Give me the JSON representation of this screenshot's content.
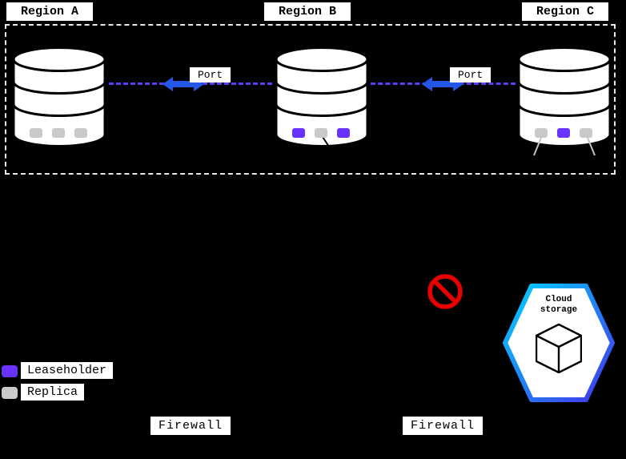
{
  "regions": [
    {
      "label": "Region A",
      "indicators": [
        "replica",
        "replica",
        "replica"
      ]
    },
    {
      "label": "Region B",
      "indicators": [
        "leaseholder",
        "replica",
        "leaseholder"
      ]
    },
    {
      "label": "Region C",
      "indicators": [
        "replica",
        "leaseholder",
        "replica"
      ]
    }
  ],
  "ports": [
    {
      "label": "Port"
    },
    {
      "label": "Port"
    }
  ],
  "firewalls": [
    {
      "label": "Firewall"
    },
    {
      "label": "Firewall"
    }
  ],
  "legend": {
    "items": [
      {
        "key": "leaseholder",
        "label": "Leaseholder"
      },
      {
        "key": "replica",
        "label": "Replica"
      }
    ]
  },
  "cloud_storage": {
    "line1": "Cloud",
    "line2": "storage"
  },
  "colors": {
    "background": "#000000",
    "leaseholder": "#6933ff",
    "replica": "#c9c9c9",
    "replication_dash": "#5b3df5",
    "port_arrow": "#2456e8",
    "no_symbol": "#e60000",
    "hexagon_border_start": "#00d2ff",
    "hexagon_border_end": "#4433ee",
    "label_background": "#ffffff",
    "label_text": "#000000"
  }
}
